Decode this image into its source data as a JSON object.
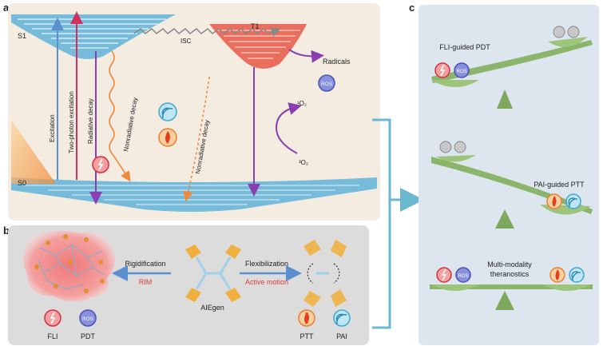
{
  "panels": {
    "a": "a",
    "b": "b",
    "c": "c"
  },
  "panel_a": {
    "s1": "S1",
    "s0": "S0",
    "t1": "T1",
    "excitation": "Excitation",
    "two_photon": "Two-photon excitation",
    "radiative_decay": "Radiative decay",
    "nonradiative_decay_1": "Nonradiative decay",
    "nonradiative_decay_2": "Nonradiative decay",
    "isc": "ISC",
    "radicals": "Radicals",
    "ros": "ROS",
    "o2_singlet": "¹O₂",
    "o2_triplet": "³O₂"
  },
  "panel_b": {
    "rigidification": "Rigidification",
    "rim": "RIM",
    "flexibilization": "Flexibilization",
    "active_motion": "Active motion",
    "aiegen": "AIEgen",
    "fli": "FLI",
    "pdt": "PDT",
    "ptt": "PTT",
    "pai": "PAI",
    "ros": "ROS"
  },
  "panel_c": {
    "fli_guided_pdt": "FLI-guided PDT",
    "pai_guided_ptt": "PAI-guided PTT",
    "multi_modality_line1": "Multi-modality",
    "multi_modality_line2": "theranostics",
    "ros": "ROS"
  },
  "colors": {
    "panel_a_bg": "#f4ece0",
    "panel_b_bg": "#dcdcdc",
    "panel_c_bg": "#dde6ef",
    "singlet_blue": "#3d9cc7",
    "triplet_red": "#e04a3a",
    "purple": "#8a3fb0",
    "orange": "#f0883a",
    "seesaw_green": "#8ab56a",
    "rim_red": "#e23a3a",
    "bracket_teal": "#6ab9d0"
  }
}
